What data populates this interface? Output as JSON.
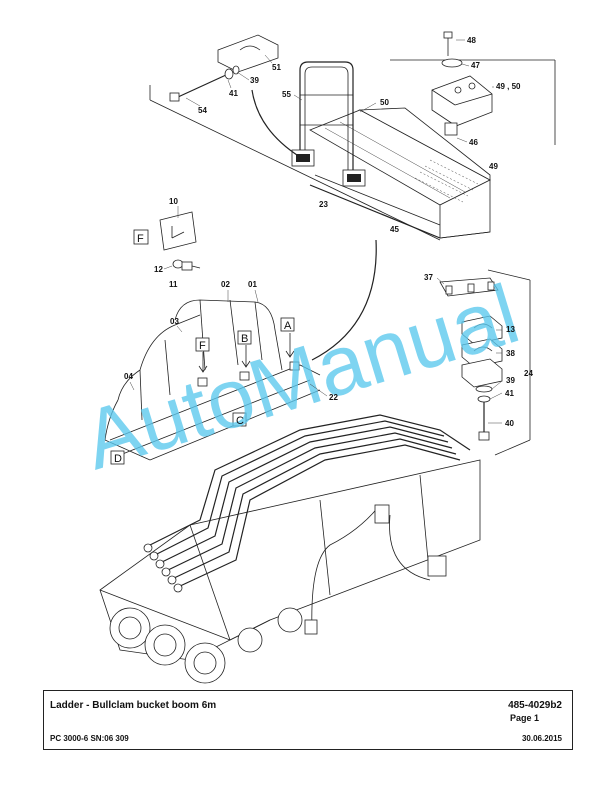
{
  "document": {
    "title": "Ladder - Bullclam bucket boom 6m",
    "doc_number": "485-4029b2",
    "page_label": "Page 1",
    "model": "PC 3000-6 SN:06 309",
    "date": "30.06.2015"
  },
  "watermark": {
    "text": "AutoManual",
    "color": "#5bc8ee"
  },
  "view_markers": [
    "A",
    "B",
    "C",
    "D",
    "F"
  ],
  "part_callouts": [
    "01",
    "02",
    "03",
    "04",
    "10",
    "11",
    "12",
    "13",
    "22",
    "23",
    "24",
    "37",
    "38",
    "39",
    "39",
    "40",
    "41",
    "41",
    "45",
    "46",
    "47",
    "48",
    "49",
    "49",
    "50",
    "50",
    "51",
    "54",
    "55"
  ],
  "labels": {
    "p48": "48",
    "p47": "47",
    "p4950": "49 , 50",
    "p46": "46",
    "p49b": "49",
    "p51": "51",
    "p39a": "39",
    "p41a": "41",
    "p54": "54",
    "p55": "55",
    "p50": "50",
    "p23": "23",
    "p45": "45",
    "p10": "10",
    "p12": "12",
    "p11": "11",
    "p02": "02",
    "p01": "01",
    "p03": "03",
    "p04": "04",
    "p22": "22",
    "p37": "37",
    "p13": "13",
    "p38": "38",
    "p24": "24",
    "p39b": "39",
    "p41b": "41",
    "p40": "40",
    "boxF": "F",
    "mA": "A",
    "mB": "B",
    "mF": "F",
    "mC": "C",
    "mD": "D"
  }
}
